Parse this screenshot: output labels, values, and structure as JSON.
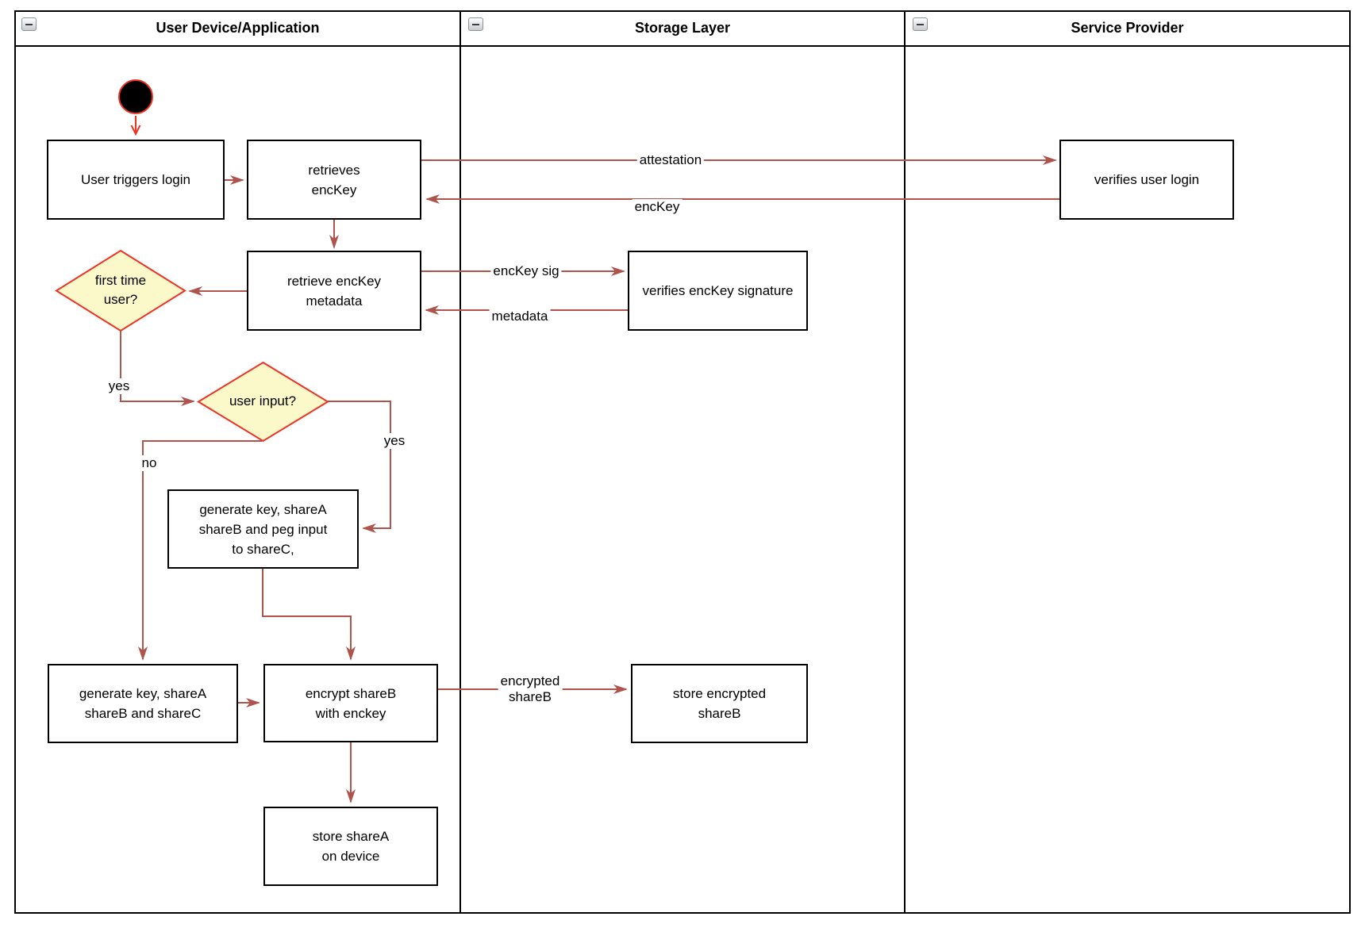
{
  "lanes": {
    "device": {
      "title": "User Device/Application"
    },
    "storage": {
      "title": "Storage Layer"
    },
    "provider": {
      "title": "Service Provider"
    }
  },
  "nodes": {
    "user_triggers": {
      "label": "User triggers login"
    },
    "retrieves_enckey": {
      "label": "retrieves\nencKey"
    },
    "verifies_user_login": {
      "label": "verifies user login"
    },
    "retrieve_metadata": {
      "label": "retrieve encKey\nmetadata"
    },
    "verifies_signature": {
      "label": "verifies encKey signature"
    },
    "first_time_user": {
      "label": "first time\nuser?"
    },
    "user_input": {
      "label": "user input?"
    },
    "generate_peg": {
      "label": "generate key, shareA\nshareB and peg input\nto shareC,"
    },
    "generate_abc": {
      "label": "generate key, shareA\nshareB and shareC"
    },
    "encrypt_shareb": {
      "label": "encrypt shareB\nwith enckey"
    },
    "store_encrypted": {
      "label": "store encrypted\nshareB"
    },
    "store_sharea": {
      "label": "store shareA\non device"
    }
  },
  "edge_labels": {
    "attestation": "attestation",
    "enckey": "encKey",
    "enckey_sig": "encKey sig",
    "metadata": "metadata",
    "yes_first_time": "yes",
    "yes_user_input": "yes",
    "no_user_input": "no",
    "encrypted_shareb": "encrypted\nshareB"
  },
  "colors": {
    "edge": "#ae544c",
    "accent_red": "#ed3324",
    "diamond_fill": "#fbf8c9",
    "diamond_border": "#ed3324",
    "shape_border": "#000000"
  }
}
